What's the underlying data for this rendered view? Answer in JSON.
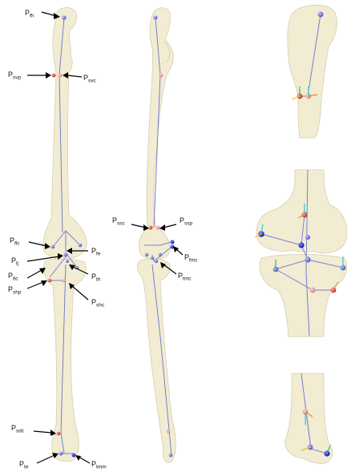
{
  "labels": {
    "fh": {
      "base": "P",
      "sub": "fh"
    },
    "svp": {
      "base": "P",
      "sub": "svp"
    },
    "svc": {
      "base": "P",
      "sub": "svc"
    },
    "flc": {
      "base": "P",
      "sub": "flc"
    },
    "fe": {
      "base": "P",
      "sub": "fe"
    },
    "lj": {
      "base": "P",
      "sub": "lj"
    },
    "th": {
      "base": "P",
      "sub": "th"
    },
    "tlc": {
      "base": "P",
      "sub": "tlc"
    },
    "shp": {
      "base": "P",
      "sub": "shp"
    },
    "shc": {
      "base": "P",
      "sub": "shc"
    },
    "sdc": {
      "base": "P",
      "sub": "sdc"
    },
    "te": {
      "base": "P",
      "sub": "te"
    },
    "tmm": {
      "base": "P",
      "sub": "tmm"
    },
    "ssc": {
      "base": "P",
      "sub": "ssc"
    },
    "ssp": {
      "base": "P",
      "sub": "ssp"
    },
    "fmc": {
      "base": "P",
      "sub": "fmc"
    },
    "tmc": {
      "base": "P",
      "sub": "tmc"
    }
  },
  "colors": {
    "bone": "#f1ecd2",
    "axis": "#6f73c9",
    "landmark_blue": "#6b70d8",
    "landmark_red": "#d84a4a",
    "landmark_navy": "#1a22b8",
    "landmark_pink": "#e79a9a",
    "triad_green": "#33bb55",
    "triad_cyan": "#33c9d6",
    "triad_yellow": "#f2c21a",
    "triad_orange": "#f08a2a"
  },
  "views": [
    "front-view",
    "side-view",
    "detail-hip",
    "detail-knee",
    "detail-ankle"
  ]
}
